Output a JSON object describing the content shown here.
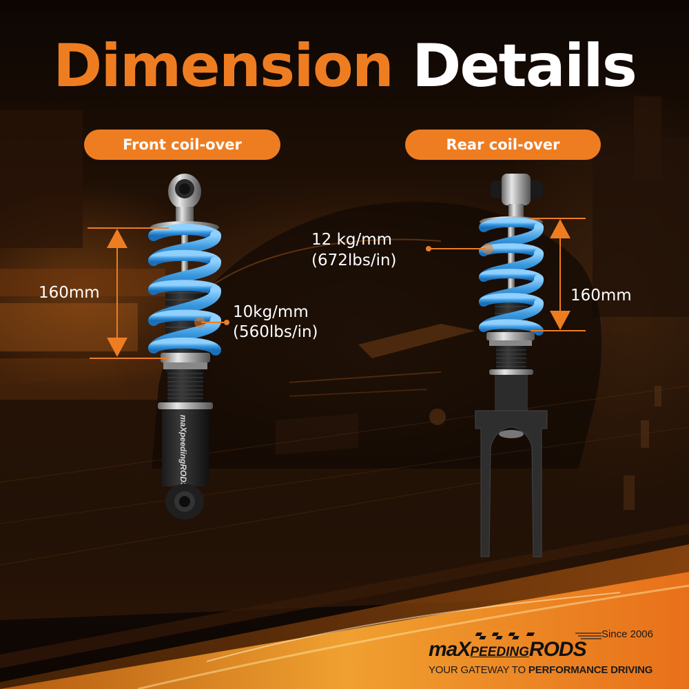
{
  "title": {
    "word1": "Dimension",
    "word2": "Details",
    "word1_color": "#EE7D22",
    "word2_color": "#FFFFFF"
  },
  "front": {
    "badge_label": "Front coil-over",
    "length_label": "160mm",
    "spring_rate_line1": "10kg/mm",
    "spring_rate_line2": "(560lbs/in)",
    "shock_branding": "maXpeedingRODS"
  },
  "rear": {
    "badge_label": "Rear coil-over",
    "length_label": "160mm",
    "spring_rate_line1": "12 kg/mm",
    "spring_rate_line2": "(672lbs/in)"
  },
  "brand": {
    "since": "Since 2006",
    "name_part1": "maX",
    "name_part2": "PEEDING",
    "name_part3": "RODS",
    "tagline_regular": "YOUR GATEWAY TO ",
    "tagline_bold": "PERFORMANCE DRIVING"
  },
  "colors": {
    "accent": "#EE7D22",
    "spring_blue": "#3D9BE0",
    "background_dark": "#120904"
  }
}
